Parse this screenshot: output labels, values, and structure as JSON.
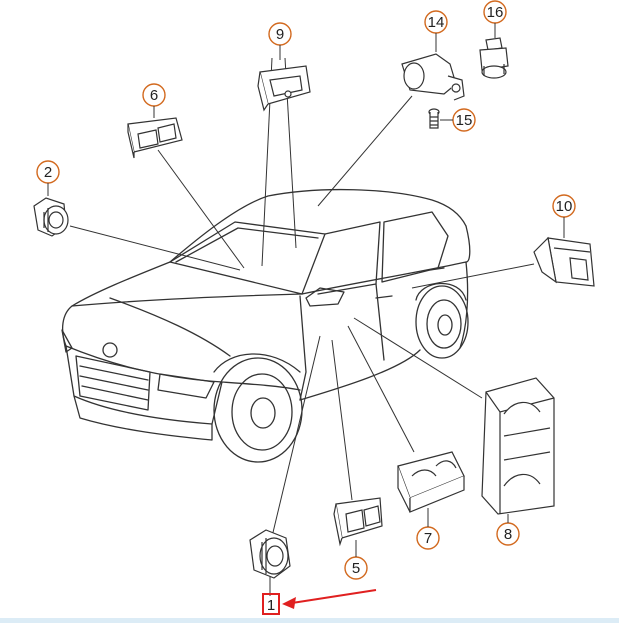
{
  "colors": {
    "callout_ring": "#d2691e",
    "highlight_box": "#e02020",
    "arrow": "#e02020",
    "line": "#333333",
    "bottom_bar": "#dcecf6"
  },
  "callouts": [
    {
      "id": "1",
      "label": "1"
    },
    {
      "id": "2",
      "label": "2"
    },
    {
      "id": "5",
      "label": "5"
    },
    {
      "id": "6",
      "label": "6"
    },
    {
      "id": "7",
      "label": "7"
    },
    {
      "id": "8",
      "label": "8"
    },
    {
      "id": "9",
      "label": "9"
    },
    {
      "id": "10",
      "label": "10"
    },
    {
      "id": "14",
      "label": "14"
    },
    {
      "id": "15",
      "label": "15"
    },
    {
      "id": "16",
      "label": "16"
    }
  ],
  "highlighted_callout": "1"
}
